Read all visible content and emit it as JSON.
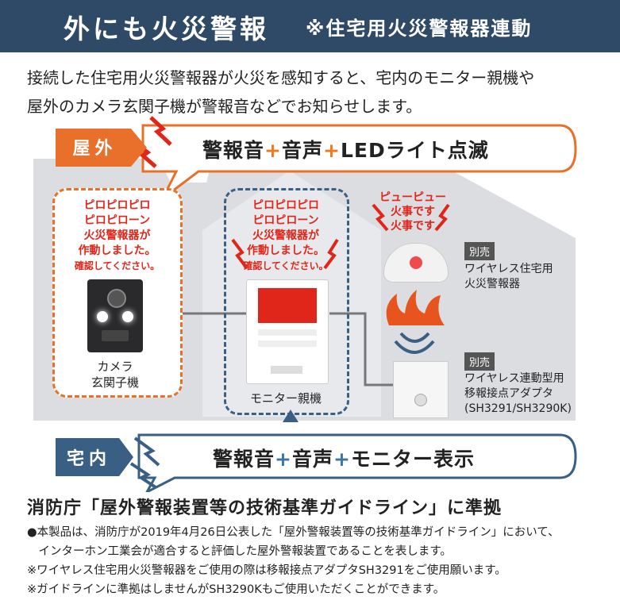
{
  "header": {
    "title": "外にも火災警報",
    "subtitle": "※住宅用火災警報器連動"
  },
  "intro": {
    "line1": "接続した住宅用火災警報器が火災を感知すると、宅内のモニター親機や",
    "line2": "屋外のカメラ玄関子機が警報音などでお知らせします。"
  },
  "outdoor": {
    "tag": "屋外",
    "parts": [
      "警報音",
      "+",
      "音声",
      "+",
      "LEDライト点滅"
    ]
  },
  "indoor": {
    "tag": "宅内",
    "parts": [
      "警報音",
      "+",
      "音声",
      "+",
      "モニター表示"
    ]
  },
  "camera_unit": {
    "alert_lines": [
      "ピロピロピロ",
      "ピロピローン",
      "火災警報器が",
      "作動しました。",
      "確認してください。"
    ],
    "label_lines": [
      "カメラ",
      "玄関子機"
    ]
  },
  "monitor_unit": {
    "alert_lines": [
      "ピロピロピロ",
      "ピロピローン",
      "火災警報器が",
      "作動しました。",
      "確認してください。"
    ],
    "label": "モニター親機"
  },
  "alarm": {
    "sound_lines": [
      "ピューピュー",
      "火事です",
      "火事です"
    ],
    "sold_tag": "別売",
    "label_lines": [
      "ワイヤレス住宅用",
      "火災警報器"
    ]
  },
  "adapter": {
    "sold_tag": "別売",
    "label_lines": [
      "ワイヤレス連動型用",
      "移報接点アダプタ",
      "(SH3291/SH3290K)"
    ]
  },
  "guideline": {
    "title": "消防庁「屋外警報装置等の技術基準ガイドライン」に準拠",
    "notes": [
      "●本製品は、消防庁が2019年4月26日公表した「屋外警報装置等の技術基準ガイドライン」において、",
      "　インターホン工業会が適合すると評価した屋外警報装置であることを表します。",
      "※ワイヤレス住宅用火災警報器をご使用の際は移報接点アダプタSH3291をご使用願います。",
      "※ガイドラインに準拠はしませんがSH3290Kもご使用いただくことができます。"
    ]
  },
  "colors": {
    "header_bg": "#2f4a66",
    "accent_orange": "#e8702a",
    "accent_blue": "#3a5f85",
    "alert_red": "#e0261a",
    "house_gray": "#dcdde0"
  }
}
